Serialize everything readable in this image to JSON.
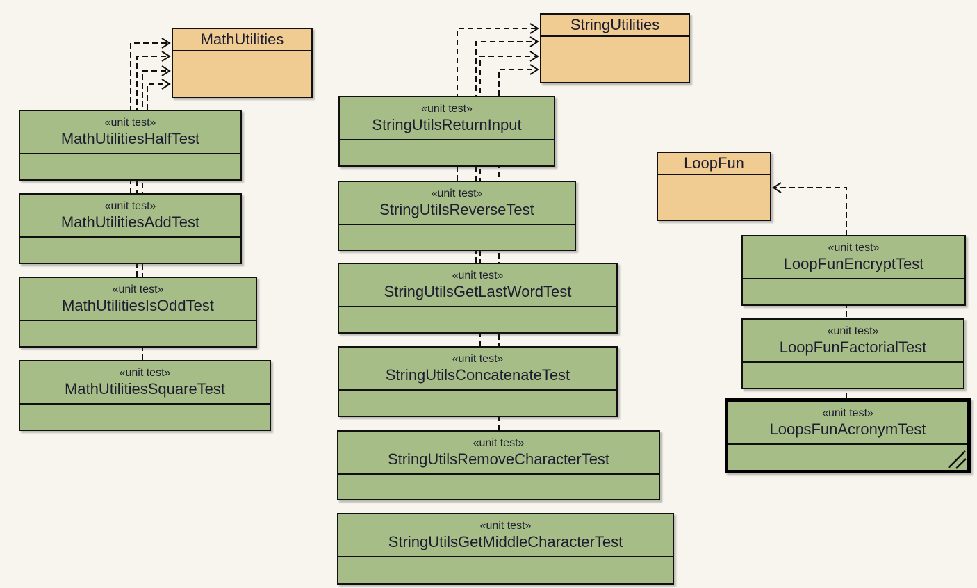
{
  "labels": {
    "stereotype": "«unit test»"
  },
  "classes": {
    "math_utilities": "MathUtilities",
    "string_utilities": "StringUtilities",
    "loop_fun": "LoopFun"
  },
  "tests": {
    "math_half": "MathUtilitiesHalfTest",
    "math_add": "MathUtilitiesAddTest",
    "math_is_odd": "MathUtilitiesIsOddTest",
    "math_square": "MathUtilitiesSquareTest",
    "string_return_input": "StringUtilsReturnInput",
    "string_reverse": "StringUtilsReverseTest",
    "string_get_last_word": "StringUtilsGetLastWordTest",
    "string_concatenate": "StringUtilsConcatenateTest",
    "string_remove_character": "StringUtilsRemoveCharacterTest",
    "string_get_middle_character": "StringUtilsGetMiddleCharacterTest",
    "loop_encrypt": "LoopFunEncryptTest",
    "loop_factorial": "LoopFunFactorialTest",
    "loops_acronym": "LoopsFunAcronymTest"
  },
  "selection": {
    "selected": "LoopsFunAcronymTest"
  },
  "dependencies": [
    {
      "from": "MathUtilitiesHalfTest",
      "to": "MathUtilities",
      "style": "dashed-open-arrow"
    },
    {
      "from": "MathUtilitiesAddTest",
      "to": "MathUtilities",
      "style": "dashed-open-arrow"
    },
    {
      "from": "MathUtilitiesIsOddTest",
      "to": "MathUtilities",
      "style": "dashed-open-arrow"
    },
    {
      "from": "MathUtilitiesSquareTest",
      "to": "MathUtilities",
      "style": "dashed-open-arrow"
    },
    {
      "from": "StringUtilsReverseTest",
      "to": "StringUtilities",
      "style": "dashed-open-arrow"
    },
    {
      "from": "StringUtilsGetLastWordTest",
      "to": "StringUtilities",
      "style": "dashed-open-arrow"
    },
    {
      "from": "StringUtilsConcatenateTest",
      "to": "StringUtilities",
      "style": "dashed-open-arrow"
    },
    {
      "from": "StringUtilsRemoveCharacterTest",
      "to": "StringUtilities",
      "style": "dashed-open-arrow"
    },
    {
      "from": "LoopsFunAcronymTest",
      "to": "LoopFun",
      "style": "dashed-open-arrow"
    }
  ],
  "colors": {
    "background": "#F7F5EE",
    "class_fill": "#F0CB92",
    "test_fill": "#A7BD87",
    "line": "#101010",
    "text": "#1d1d30"
  }
}
